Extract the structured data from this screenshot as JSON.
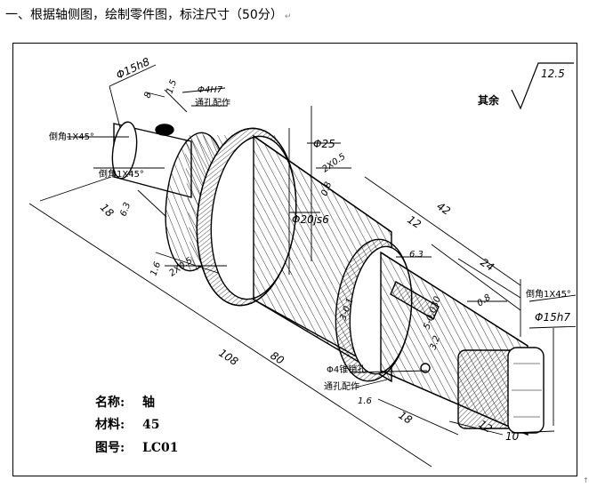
{
  "heading": {
    "text": "一、根据轴侧图，绘制零件图，标注尺寸（50分）",
    "return_mark": "↵"
  },
  "drawing": {
    "dimensions": {
      "d15h8": "Φ15h8",
      "len8": "8",
      "val15": "1.5",
      "d4h7": "Φ4H7",
      "through_hole": "通孔配作",
      "chamfer_left": "倒角1X45°",
      "chamfer_left2": "倒角1X45°",
      "d25": "Φ25",
      "groove1": "2X0.5",
      "val08a": "0.8",
      "d20js6": "Φ20js6",
      "len18a": "18",
      "val63a": "6.3",
      "groove2": "2X0.5",
      "val16a": "1.6",
      "len42": "42",
      "len12": "12",
      "val63b": "6.3",
      "len24": "24",
      "chamfer_right": "倒角1X45°",
      "d15h7": "Φ15h7",
      "val08b": "0.8",
      "keyway_depth": "3-0.1",
      "keyway_width": "5-0.030",
      "val32": "3.2",
      "len108": "108",
      "len80": "80",
      "pin_hole": "Φ4锥销孔",
      "through_hole2": "通孔配作",
      "val16b": "1.6",
      "len18b": "18",
      "len12b": "12",
      "len10": "10"
    },
    "roughness": {
      "label": "其余",
      "value": "12.5"
    },
    "info": {
      "name_label": "名称:",
      "name_value": "轴",
      "material_label": "材料:",
      "material_value": "45",
      "drawing_no_label": "图号:",
      "drawing_no_value": "LC01"
    }
  },
  "edge_mark": "↑"
}
